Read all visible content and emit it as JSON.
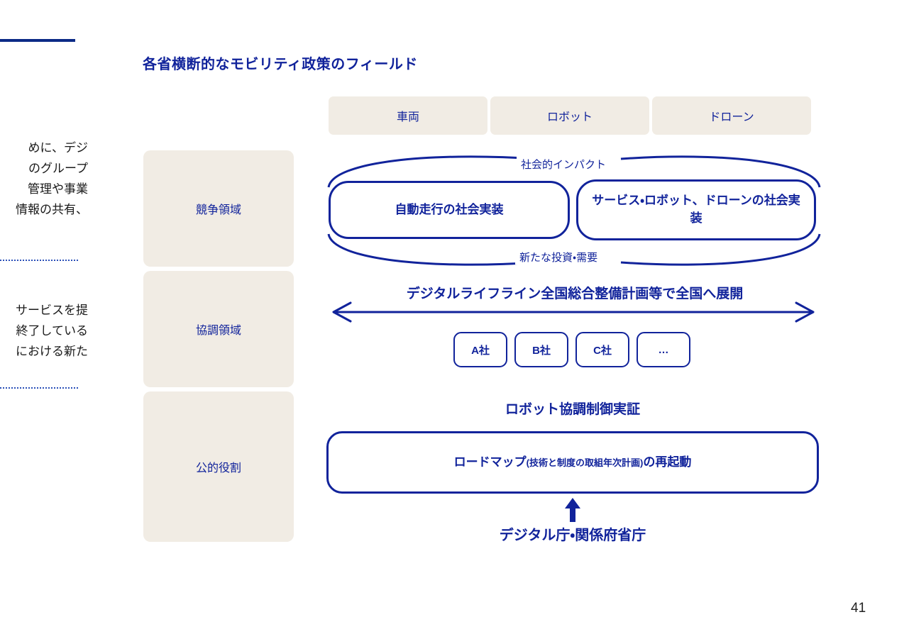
{
  "slide": {
    "title": "各省横断的なモビリティ政策のフィールド",
    "page_number": "41",
    "accent_color": "#11239b",
    "chip_color": "#f1ece4"
  },
  "left_column": {
    "paragraph_1": {
      "line_1": "めに、デジ",
      "line_2": "のグループ",
      "line_3": "管理や事業",
      "line_4": "情報の共有、"
    },
    "paragraph_2": {
      "line_1": "サービスを提",
      "line_2": "終了している",
      "line_3": "における新た"
    }
  },
  "columns": [
    {
      "label": "車両"
    },
    {
      "label": "ロボット"
    },
    {
      "label": "ドローン"
    }
  ],
  "rows": [
    {
      "label": "競争領域"
    },
    {
      "label": "協調領域"
    },
    {
      "label": "公的役割"
    }
  ],
  "competitive": {
    "box_left": "自動走行の社会実装",
    "box_right": "サービス・ロボット、ドローンの社会実装",
    "arc_top_label": "社会的インパクト",
    "arc_bottom_label": "新たな投資・需要"
  },
  "cooperative": {
    "caption": "デジタルライフライン全国総合整備計画等で全国へ展開",
    "companies": [
      {
        "label": "A社"
      },
      {
        "label": "B社"
      },
      {
        "label": "C社"
      },
      {
        "label": "…"
      }
    ]
  },
  "public_role": {
    "caption": "ロボット協調制御実証",
    "roadmap_prefix": "ロードマップ",
    "roadmap_paren": "(技術と制度の取組年次計画)",
    "roadmap_suffix": "の再起動",
    "agency_caption": "デジタル庁・関係府省庁"
  }
}
